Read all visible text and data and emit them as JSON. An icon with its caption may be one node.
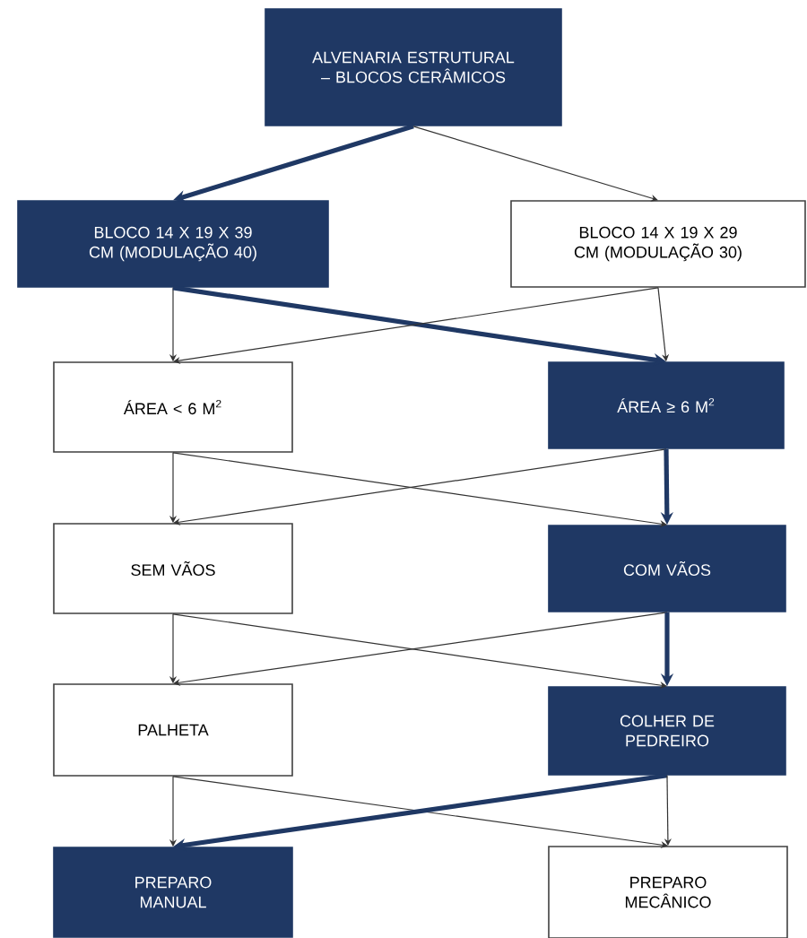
{
  "diagram": {
    "nodes": [
      {
        "text": [
          "ALVENARIA ESTRUTURAL – BLOCOS CERÂMICOS"
        ]
      },
      {
        "text": [
          "BLOCO 14 X 19 X 39 CM (MODULAÇÃO 40)"
        ]
      },
      {
        "text": [
          "BLOCO 14 X 19 X 29 CM (MODULAÇÃO 30)"
        ]
      },
      {
        "text": [
          "ÁREA < 6 M$^{2}$"
        ]
      },
      {
        "text": [
          "ÁREA ≥ 6 M$^{2}$"
        ]
      },
      {
        "text": [
          "SEM VÃOS"
        ]
      },
      {
        "text": [
          "COM VÃOS"
        ]
      },
      {
        "text": [
          "PALHETA"
        ]
      },
      {
        "text": [
          "COLHER DE PEDREIRO"
        ]
      },
      {
        "text": [
          "PREPARO MANUAL"
        ]
      },
      {
        "text": [
          "PREPARO MECÂNICO"
        ]
      }
    ],
    "edges": [
      {
        "from": 0,
        "to": 1,
        "arrow": "to",
        "style": "thick",
        "color": "#1f3864"
      },
      {
        "from": 0,
        "to": 2,
        "arrow": "to"
      },
      {
        "from": 1,
        "to": 3,
        "arrow": "to"
      },
      {
        "from": 1,
        "to": 4,
        "arrow": "to",
        "style": "thick",
        "color": "#1f3864"
      },
      {
        "from": 2,
        "to": 3,
        "arrow": "to"
      },
      {
        "from": 2,
        "to": 4,
        "arrow": "to"
      },
      {
        "from": 3,
        "to": 5,
        "arrow": "to"
      },
      {
        "from": 3,
        "to": 6,
        "arrow": "to"
      },
      {
        "from": 4,
        "to": 5,
        "arrow": "to"
      },
      {
        "from": 4,
        "to": 6,
        "arrow": "to",
        "style": "thick",
        "color": "#1f3864"
      },
      {
        "from": 5,
        "to": 7,
        "arrow": "to"
      },
      {
        "from": 5,
        "to": 8,
        "arrow": "to"
      },
      {
        "from": 6,
        "to": 7,
        "arrow": "to"
      },
      {
        "from": 6,
        "to": 8,
        "arrow": "to",
        "style": "thick",
        "color": "#1f3864"
      },
      {
        "from": 7,
        "to": 9,
        "arrow": "to"
      },
      {
        "from": 7,
        "to": 10,
        "arrow": "to"
      },
      {
        "from": 8,
        "to": 9,
        "arrow": "to",
        "style": "thick",
        "color": "#1f3864"
      },
      {
        "from": 8,
        "to": 10,
        "arrow": "to"
      }
    ]
  }
}
